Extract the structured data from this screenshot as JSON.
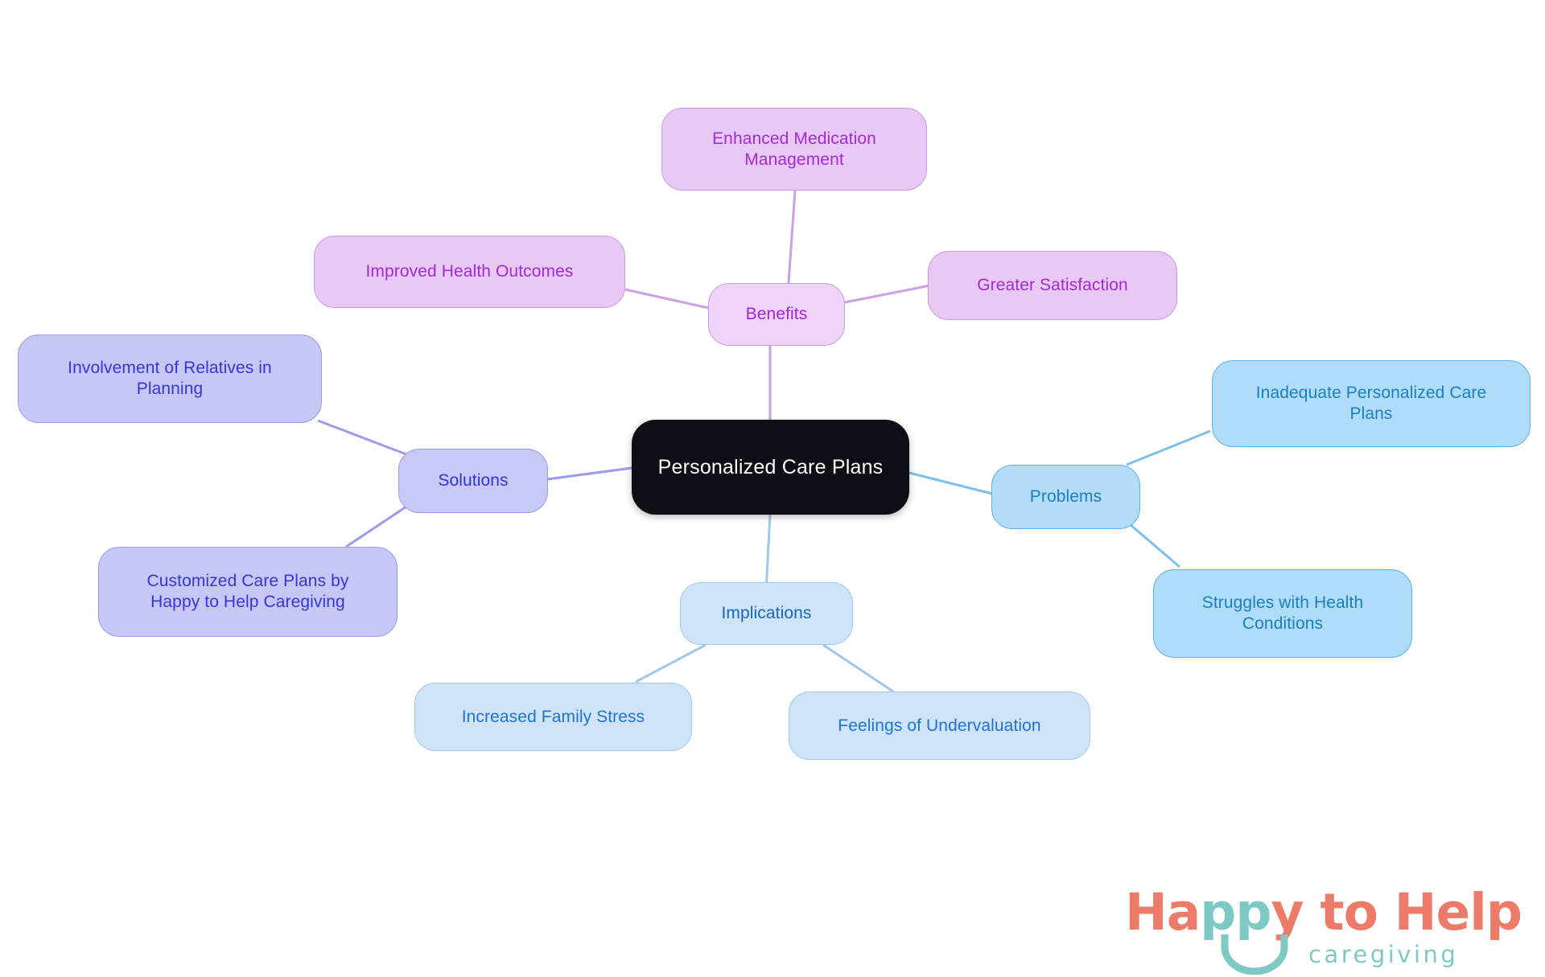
{
  "diagram": {
    "type": "mind-map",
    "title": "Personalized Care Plans",
    "background": "#ffffff",
    "root": {
      "label": "Personalized Care Plans",
      "fill": "#0d0f16",
      "text_color": "#ffffff"
    },
    "branches": [
      {
        "id": "benefits",
        "label": "Benefits",
        "fill": "#eed4f9",
        "border": "#c89ae2",
        "text_color": "#a225d8",
        "children": [
          {
            "label": "Enhanced Medication\nManagement"
          },
          {
            "label": "Improved Health Outcomes"
          },
          {
            "label": "Greater Satisfaction"
          }
        ]
      },
      {
        "id": "solutions",
        "label": "Solutions",
        "fill": "#c9c9f6",
        "border": "#9b9bee",
        "text_color": "#3232da",
        "children": [
          {
            "label": "Involvement of Relatives in\nPlanning"
          },
          {
            "label": "Customized Care Plans by\nHappy to Help Caregiving"
          }
        ]
      },
      {
        "id": "problems",
        "label": "Problems",
        "fill": "#b3dcf8",
        "border": "#5db2e9",
        "text_color": "#1a7ec4",
        "children": [
          {
            "label": "Inadequate Personalized Care\nPlans"
          },
          {
            "label": "Struggles with Health\nConditions"
          }
        ]
      },
      {
        "id": "implications",
        "label": "Implications",
        "fill": "#cfe4f9",
        "border": "#9ec8ef",
        "text_color": "#1565c0",
        "children": [
          {
            "label": "Increased Family Stress"
          },
          {
            "label": "Feelings of Undervaluation"
          }
        ]
      }
    ]
  },
  "logo": {
    "word_happy_ha": "Ha",
    "word_happy_pp": "pp",
    "word_happy_y": "y",
    "word_to_help": " to Help",
    "subtitle": "caregiving",
    "primary_color": "#ed7b6a",
    "accent_color": "#7fc9c4"
  }
}
